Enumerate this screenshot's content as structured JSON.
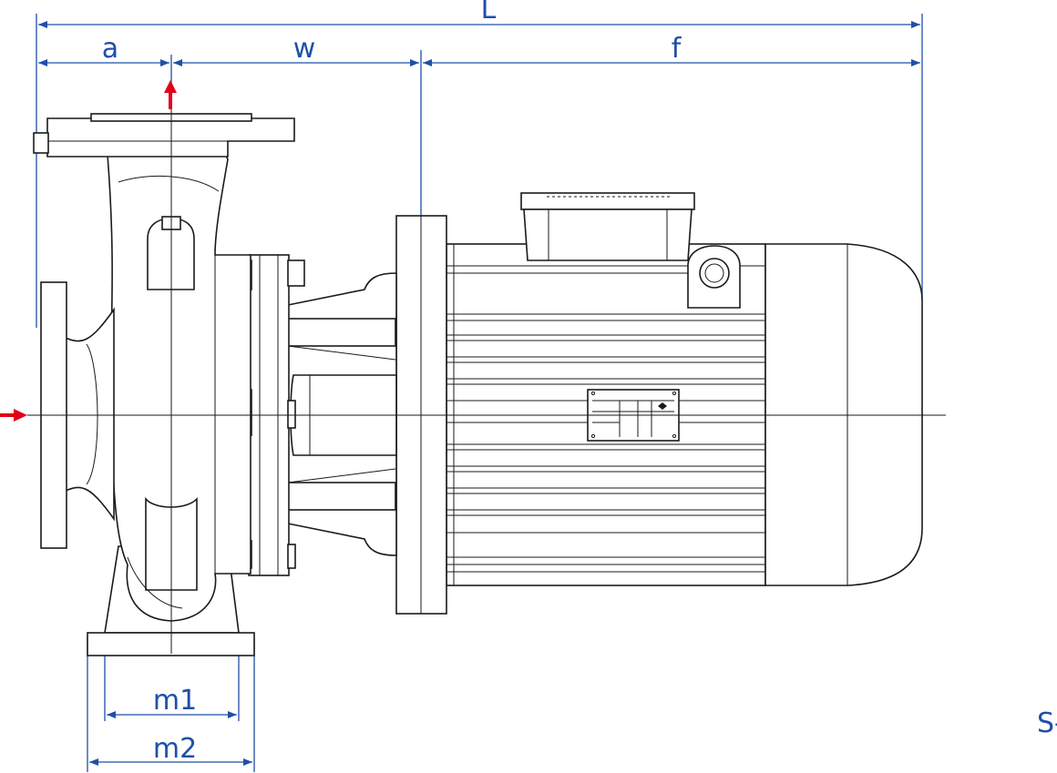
{
  "diagram": {
    "dimension_labels": {
      "L": "L",
      "a": "a",
      "w": "w",
      "f": "f",
      "m1": "m1",
      "m2": "m2"
    },
    "corner_label": "S-",
    "colors": {
      "dimension": "#1f4fa8",
      "flow_arrow": "#e0001a",
      "outline": "#1a1a1a"
    },
    "icons": [
      "flow-inlet-arrow",
      "flow-outlet-arrow",
      "ce-mark"
    ]
  }
}
